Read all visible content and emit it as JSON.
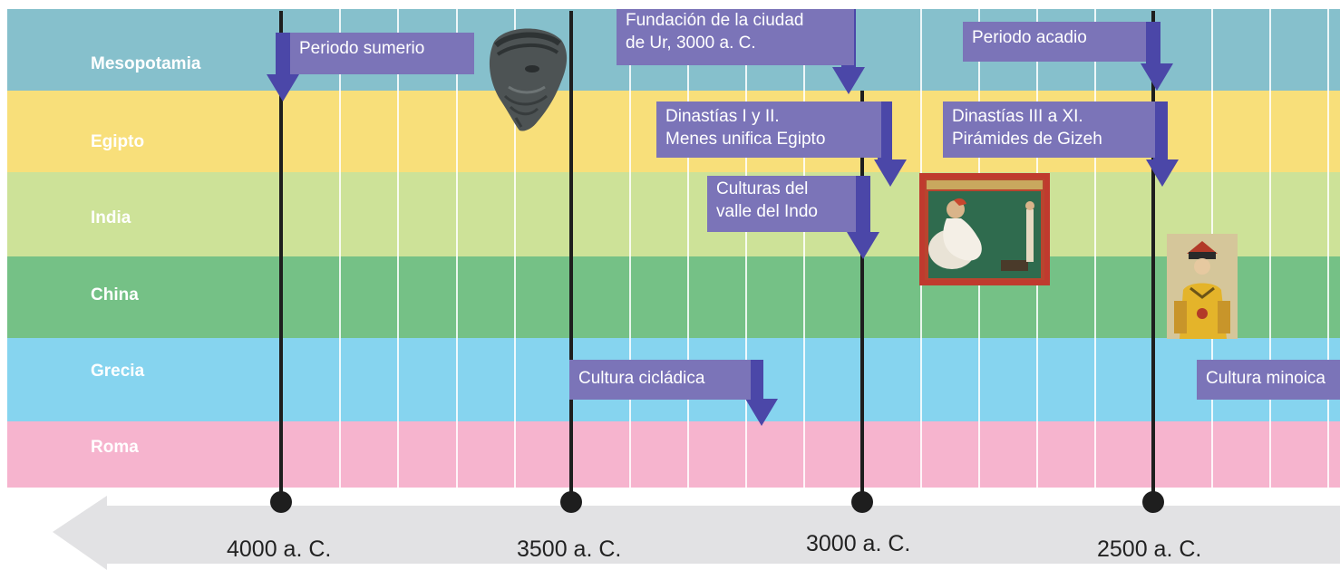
{
  "colors": {
    "mesopotamia": "#86c0cc",
    "egipto": "#f8df7a",
    "india": "#cde298",
    "china": "#75c186",
    "grecia": "#86d4ef",
    "roma": "#f6b4ce",
    "axis": "#e2e2e4",
    "event_box": "#7b74b8",
    "event_arrow": "#4b47a8",
    "era_line": "#1e1e1e"
  },
  "bands": [
    {
      "label": "Mesopotamia"
    },
    {
      "label": "Egipto"
    },
    {
      "label": "India"
    },
    {
      "label": "China"
    },
    {
      "label": "Grecia"
    },
    {
      "label": "Roma"
    }
  ],
  "years": [
    "4000 a. C.",
    "3500 a. C.",
    "3000 a. C.",
    "2500 a. C."
  ],
  "events": [
    {
      "lines": [
        "Periodo sumerio"
      ]
    },
    {
      "lines": [
        "Fundación de la ciudad",
        "de Ur, 3000 a. C."
      ]
    },
    {
      "lines": [
        "Periodo acadio"
      ]
    },
    {
      "lines": [
        "Dinastías I y II.",
        "Menes unifica Egipto"
      ]
    },
    {
      "lines": [
        "Dinastías III a XI.",
        "Pirámides de Gizeh"
      ]
    },
    {
      "lines": [
        "Culturas del",
        "valle del Indo"
      ]
    },
    {
      "lines": [
        "Cultura cicládica"
      ]
    },
    {
      "lines": [
        "Cultura minoica"
      ]
    }
  ],
  "images": [
    {
      "icon": "sumerian-head-sculpture"
    },
    {
      "icon": "indian-miniature-painting"
    },
    {
      "icon": "chinese-emperor-portrait"
    }
  ]
}
